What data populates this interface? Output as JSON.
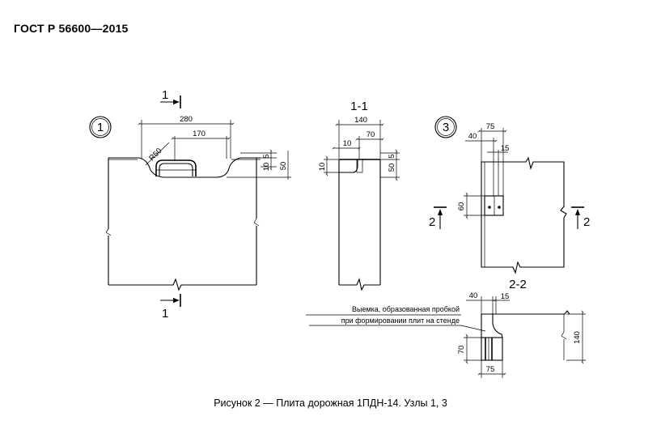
{
  "document": {
    "header": "ГОСТ Р 56600—2015",
    "caption": "Рисунок 2 — Плита дорожная 1ПДН-14. Узлы 1, 3"
  },
  "node1": {
    "marker": "1",
    "section_mark": "1",
    "dims": {
      "d280": "280",
      "d170": "170",
      "r50": "R50",
      "d5": "5",
      "d10": "10",
      "d50": "50"
    }
  },
  "section11": {
    "title": "1-1",
    "dims": {
      "d140": "140",
      "d70": "70",
      "d10a": "10",
      "d10b": "10",
      "d5": "5",
      "d50": "50"
    }
  },
  "node3": {
    "marker": "3",
    "section_mark": "2",
    "dims": {
      "d75": "75",
      "d40": "40",
      "d15": "15",
      "d60": "60"
    }
  },
  "section22": {
    "title": "2-2",
    "note_line1": "Выемка, образованная пробкой",
    "note_line2": "при формировании плит на стенде",
    "dims": {
      "d40": "40",
      "d15": "15",
      "d70": "70",
      "d140": "140",
      "d75": "75"
    }
  }
}
